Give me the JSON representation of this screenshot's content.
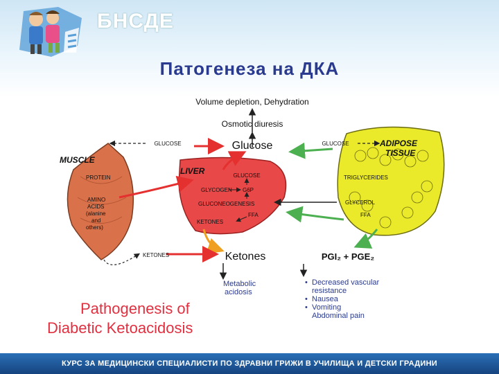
{
  "header": {
    "logo_text": "БНСДЕ",
    "slide_title": "Патогенеза на ДКА"
  },
  "diagram": {
    "volume_depletion": "Volume depletion, Dehydration",
    "osmotic_diuresis": "Osmotic diuresis",
    "glucose_center": "Glucose",
    "glucose_left": "GLUCOSE",
    "glucose_right": "GLUCOSE",
    "muscle_label": "MUSCLE",
    "protein": "PROTEIN",
    "amino_acids_line1": "AMINO",
    "amino_acids_line2": "ACIDS",
    "amino_acids_line3": "(alanine",
    "amino_acids_line4": "and",
    "amino_acids_line5": "others)",
    "ketones_left": "KETONES",
    "liver_label": "LIVER",
    "liver_glucose": "GLUCOSE",
    "glycogen": "GLYCOGEN",
    "g6p": "G6P",
    "gluconeogenesis": "GLUCONEOGENESIS",
    "liver_ketones": "KETONES",
    "ffa_liver": "FFA",
    "adipose_line1": "ADIPOSE",
    "adipose_line2": "TISSUE",
    "triglycerides": "TRIGLYCERIDES",
    "glycerol": "GLYCEROL",
    "ffa_adipose": "FFA",
    "ketones_center": "Ketones",
    "pgi2": "PGI₂ + PGE₂",
    "metabolic_acidosis_line1": "Metabolic",
    "metabolic_acidosis_line2": "acidosis",
    "effects": [
      "Decreased vascular",
      "resistance",
      "Nausea",
      "Vomiting",
      "Abdominal pain"
    ],
    "caption_line1": "Pathogenesis of",
    "caption_line2": "Diabetic Ketoacidosis"
  },
  "footer": {
    "text": "КУРС ЗА МЕДИЦИНСКИ СПЕЦИАЛИСТИ ПО ЗДРАВНИ ГРИЖИ В УЧИЛИЩА И ДЕТСКИ ГРАДИНИ"
  },
  "colors": {
    "title": "#2a3a8e",
    "red_arrow": "#e53030",
    "green_arrow": "#4caf50",
    "orange_arrow": "#f0a020",
    "liver": "#e84848",
    "muscle": "#d9724a",
    "adipose": "#eaea2a",
    "caption": "#e03040",
    "effects_text": "#2a3a8e"
  }
}
